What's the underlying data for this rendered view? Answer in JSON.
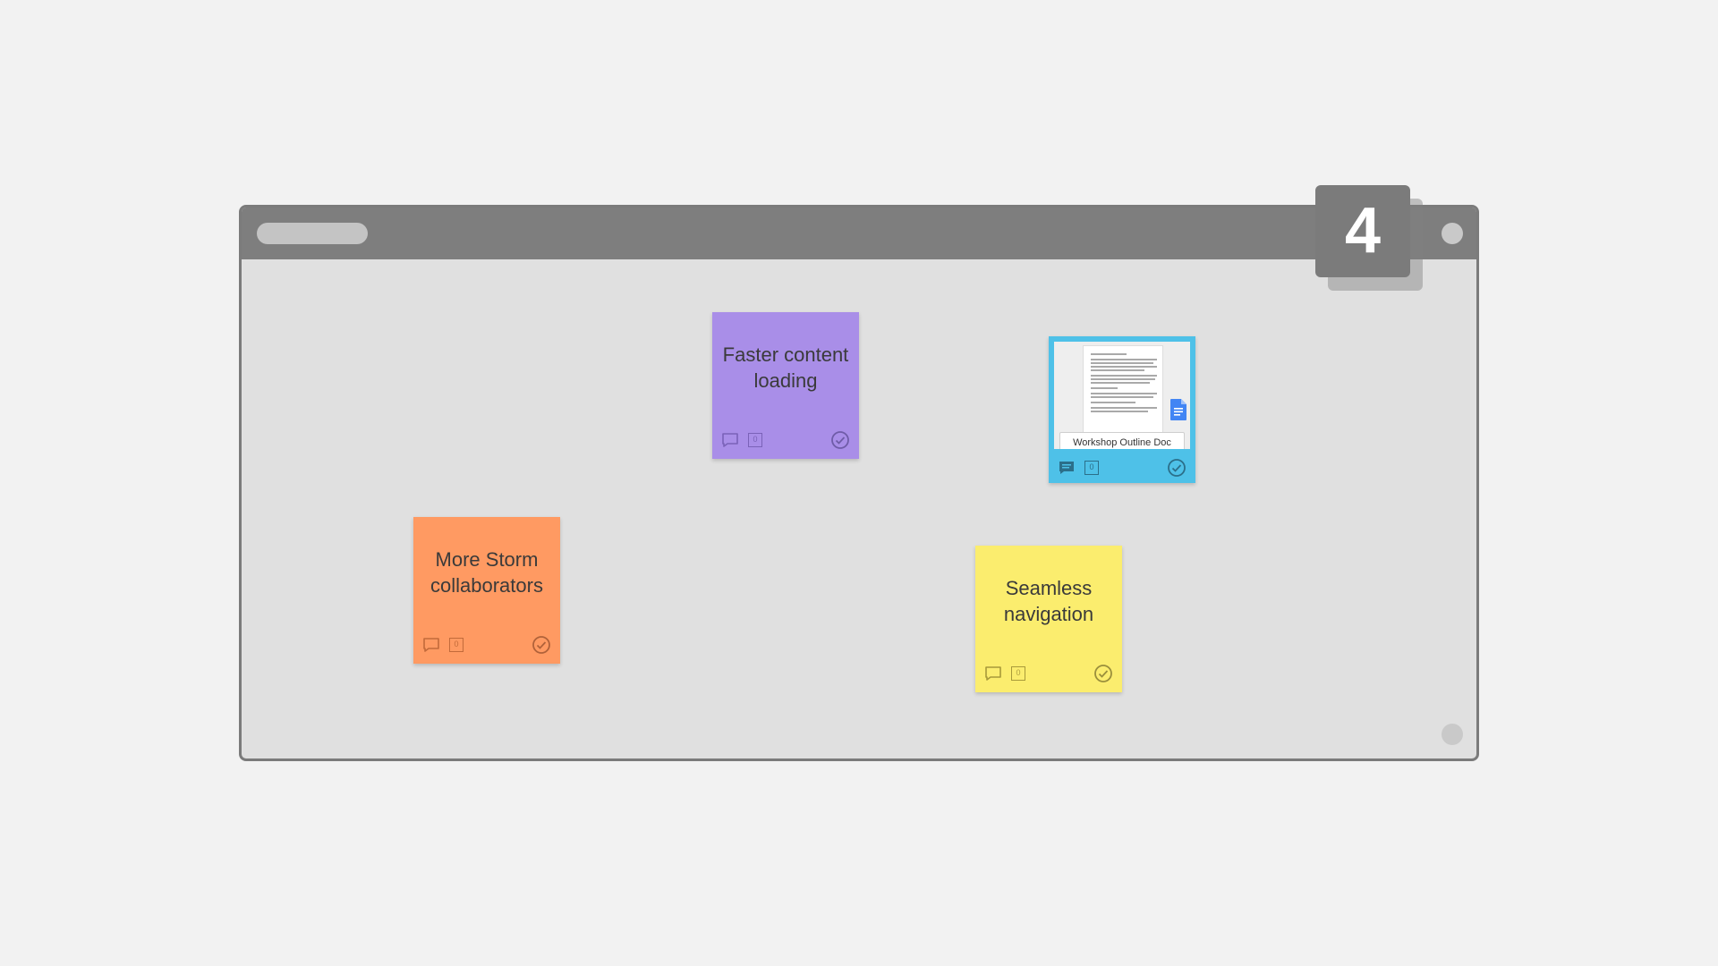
{
  "badge": {
    "number": "4"
  },
  "notes": [
    {
      "text": "Faster content loading",
      "color": "#a98ee8",
      "count": "0",
      "icon_color": "#7a62b8"
    },
    {
      "text": "More Storm collaborators",
      "color": "#ff9a62",
      "count": "0",
      "icon_color": "#c26a3a"
    },
    {
      "text": "Seamless navigation",
      "color": "#fbed6e",
      "count": "0",
      "icon_color": "#b0a040"
    }
  ],
  "doc_card": {
    "title": "Workshop Outline Doc",
    "count": "0",
    "color": "#4ec1e8"
  },
  "icons": {
    "comment": "comment-icon",
    "count": "count-box",
    "check": "check-circle-icon",
    "doc": "google-doc-icon"
  }
}
